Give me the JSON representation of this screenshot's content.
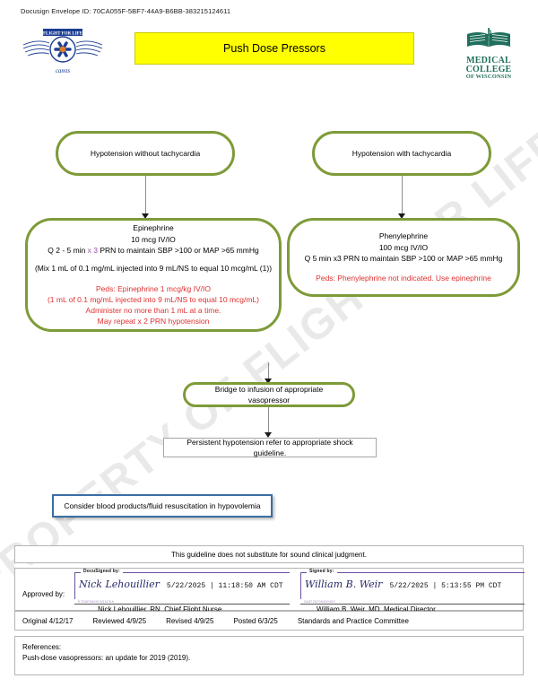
{
  "header": {
    "envelope_id": "Docusign Envelope ID: 70CA055F-5BF7-44A9-B6BB-383215124611",
    "title": "Push Dose Pressors",
    "left_logo_name": "flight-for-life-logo",
    "left_logo_motto": "FLIGHT FOR LIFE",
    "left_logo_accreditation": "camts",
    "right_logo_line1": "MEDICAL",
    "right_logo_line2": "COLLEGE",
    "right_logo_line3": "OF WISCONSIN"
  },
  "watermark": "PROPERTY OF FLIGHT FOR LIFE",
  "flow": {
    "branch_left_title": "Hypotension without tachycardia",
    "branch_right_title": "Hypotension with tachycardia",
    "epinephrine": {
      "drug": "Epinephrine",
      "dose": "10 mcg IV/IO",
      "frequency_pre": "Q 2 - 5 min ",
      "frequency_accent": "x 3",
      "frequency_post": " PRN to maintain SBP >100 or MAP >65 mmHg",
      "mixing": "(Mix 1 mL of 0.1 mg/mL injected into 9 mL/NS to equal 10 mcg/mL (1))",
      "peds_line1": "Peds:  Epinephrine 1 mcg/kg IV/IO",
      "peds_line2": "(1 mL of 0.1 mg/mL injected into 9 mL/NS to equal 10 mcg/mL)",
      "peds_line3": "Administer no more than 1 mL at a time.",
      "peds_line4": "May repeat x 2 PRN hypotension"
    },
    "phenylephrine": {
      "drug": "Phenylephrine",
      "dose": "100 mcg IV/IO",
      "frequency": "Q 5 min x3 PRN to maintain SBP >100 or MAP >65 mmHg",
      "peds_line1": "Peds:  Phenylephrine not indicated.  Use epinephrine"
    },
    "bridge": "Bridge to infusion of appropriate vasopressor",
    "persistent": "Persistent hypotension refer to appropriate shock guideline.",
    "hypovolemia": "Consider blood products/fluid resuscitation in hypovolemia"
  },
  "footer": {
    "disclaimer": "This guideline does not substitute for sound clinical judgment.",
    "approved_by_label": "Approved by:",
    "signature_left": {
      "docusign_label": "DocuSigned by:",
      "script": "Nick Lehouillier",
      "date": "5/22/2025  |  11:18:50  AM  CDT",
      "guid": "E7D6E5650C634CEA",
      "name": "Nick Lehouillier, RN, Chief Flight Nurse"
    },
    "signature_right": {
      "docusign_label": "Signed by:",
      "script": "William B. Weir",
      "date": "5/22/2025  |  5:13:55  PM  CDT",
      "guid": "0A8728706450450",
      "name": "William B. Weir, MD, Medical Director"
    },
    "history": [
      "Original 4/12/17",
      "Reviewed 4/9/25",
      "Revised 4/9/25",
      "Posted 6/3/25",
      "Standards and Practice Committee"
    ],
    "references_label": "References:",
    "references_entry": "Push-dose vasopressors: an update for 2019 (2019)."
  },
  "colors": {
    "node_green": "#7d9b38",
    "banner_yellow": "#ffff00",
    "peds_red": "#e03030",
    "accent_purple": "#9a4fb0",
    "blue_border": "#3a6ea5",
    "mcw_teal": "#1f6f5c"
  }
}
